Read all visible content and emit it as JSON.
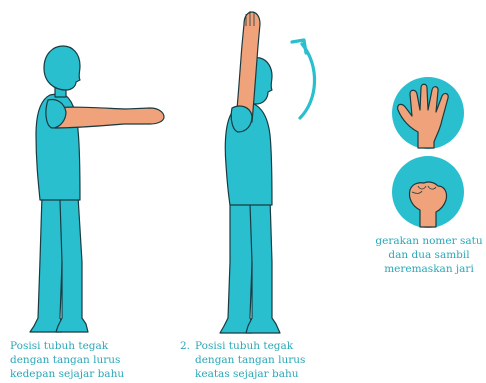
{
  "figures": {
    "left": {
      "caption_lines": [
        "Posisi tubuh tegak",
        "dengan tangan lurus",
        "kedepan sejajar bahu"
      ]
    },
    "middle": {
      "number": "2.",
      "caption_lines": [
        "Posisi tubuh tegak",
        "dengan tangan lurus",
        "keatas sejajar bahu"
      ]
    },
    "hands": {
      "caption_lines": [
        "gerakan nomer satu",
        "dan dua sambil",
        "meremaskan jari"
      ]
    }
  },
  "icons": {
    "arrow": "curved-up-arrow-icon",
    "open_hand": "open-hand-icon",
    "fist": "clenched-fist-icon"
  },
  "colors": {
    "body": "#29bfcf",
    "body_outline": "#1a3a40",
    "skin": "#f0a27a",
    "circle": "#29bfcf",
    "text": "#2aa7b7"
  }
}
